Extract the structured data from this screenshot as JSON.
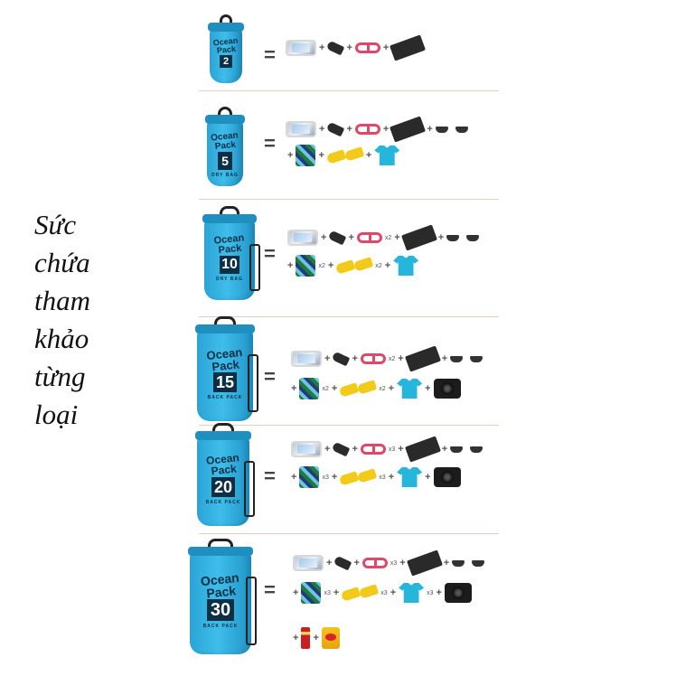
{
  "side_text": [
    "Sức",
    "chứa",
    "tham",
    "khảo",
    "từng",
    "loại"
  ],
  "equals": "=",
  "plus": "+",
  "colors": {
    "bag": "#3fbdea",
    "text": "#0c2f44",
    "divider": "#e5cfc0"
  },
  "rows": [
    {
      "brand_line1": "Ocean",
      "brand_line2": "Pack",
      "size": "2",
      "sub": "",
      "lines": [
        [
          {
            "icon": "phone-icon"
          },
          {
            "icon": "key-icon"
          },
          {
            "icon": "goggles-icon"
          },
          {
            "icon": "wallet-icon"
          }
        ]
      ]
    },
    {
      "brand_line1": "Ocean",
      "brand_line2": "Pack",
      "size": "5",
      "sub": "DRY BAG",
      "lines": [
        [
          {
            "icon": "phone-icon"
          },
          {
            "icon": "key-icon"
          },
          {
            "icon": "goggles-icon"
          },
          {
            "icon": "wallet-icon"
          },
          {
            "icon": "sunglasses-icon"
          }
        ],
        [
          {
            "icon": "swimsuit-icon"
          },
          {
            "icon": "shoes-icon"
          },
          {
            "icon": "tshirt-icon"
          }
        ]
      ]
    },
    {
      "brand_line1": "Ocean",
      "brand_line2": "Pack",
      "size": "10",
      "sub": "DRY BAG",
      "lines": [
        [
          {
            "icon": "phone-icon"
          },
          {
            "icon": "key-icon"
          },
          {
            "icon": "goggles-icon",
            "mult": "x2"
          },
          {
            "icon": "wallet-icon"
          },
          {
            "icon": "sunglasses-icon"
          }
        ],
        [
          {
            "icon": "swimsuit-icon",
            "mult": "x2"
          },
          {
            "icon": "shoes-icon",
            "mult": "x2"
          },
          {
            "icon": "tshirt-icon"
          }
        ]
      ]
    },
    {
      "brand_line1": "Ocean",
      "brand_line2": "Pack",
      "size": "15",
      "sub": "BACK PACK",
      "lines": [
        [
          {
            "icon": "phone-icon"
          },
          {
            "icon": "key-icon"
          },
          {
            "icon": "goggles-icon",
            "mult": "x2"
          },
          {
            "icon": "wallet-icon"
          },
          {
            "icon": "sunglasses-icon"
          }
        ],
        [
          {
            "icon": "swimsuit-icon",
            "mult": "x2"
          },
          {
            "icon": "shoes-icon",
            "mult": "x2"
          },
          {
            "icon": "tshirt-icon"
          },
          {
            "icon": "camera-icon"
          }
        ]
      ]
    },
    {
      "brand_line1": "Ocean",
      "brand_line2": "Pack",
      "size": "20",
      "sub": "BACK PACK",
      "lines": [
        [
          {
            "icon": "phone-icon"
          },
          {
            "icon": "key-icon"
          },
          {
            "icon": "goggles-icon",
            "mult": "x3"
          },
          {
            "icon": "wallet-icon"
          },
          {
            "icon": "sunglasses-icon"
          }
        ],
        [
          {
            "icon": "swimsuit-icon",
            "mult": "x3"
          },
          {
            "icon": "shoes-icon",
            "mult": "x3"
          },
          {
            "icon": "tshirt-icon"
          },
          {
            "icon": "camera-icon"
          }
        ]
      ]
    },
    {
      "brand_line1": "Ocean",
      "brand_line2": "Pack",
      "size": "30",
      "sub": "BACK PACK",
      "lines": [
        [
          {
            "icon": "phone-icon"
          },
          {
            "icon": "key-icon"
          },
          {
            "icon": "goggles-icon",
            "mult": "x3"
          },
          {
            "icon": "wallet-icon"
          },
          {
            "icon": "sunglasses-icon"
          }
        ],
        [
          {
            "icon": "swimsuit-icon",
            "mult": "x3"
          },
          {
            "icon": "shoes-icon",
            "mult": "x3"
          },
          {
            "icon": "tshirt-icon",
            "mult": "x3"
          },
          {
            "icon": "camera-icon"
          }
        ],
        [
          {
            "icon": "chips-can-icon"
          },
          {
            "icon": "chips-bag-icon"
          }
        ]
      ]
    }
  ]
}
